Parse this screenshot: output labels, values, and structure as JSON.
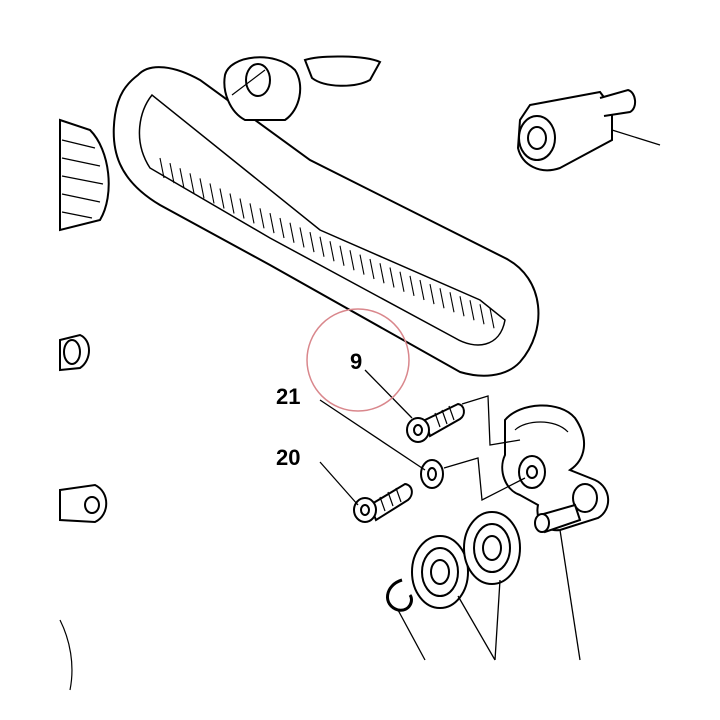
{
  "callouts": {
    "c9": "9",
    "c21": "21",
    "c20": "20"
  },
  "highlight_color": "#d9878c",
  "line_color": "#000000"
}
